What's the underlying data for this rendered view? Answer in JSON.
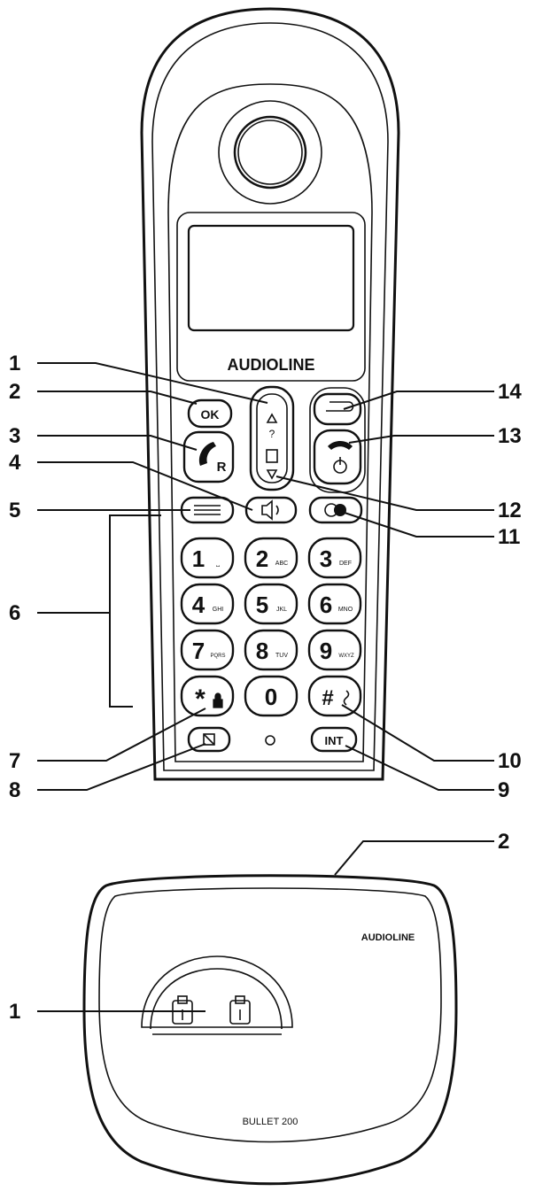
{
  "handset": {
    "brand": "AUDIOLINE",
    "keys": {
      "ok": "OK",
      "r": "R",
      "int": "INT",
      "digits": [
        {
          "d": "1",
          "sub": "⎵"
        },
        {
          "d": "2",
          "sub": "ABC"
        },
        {
          "d": "3",
          "sub": "DEF"
        },
        {
          "d": "4",
          "sub": "GHI"
        },
        {
          "d": "5",
          "sub": "JKL"
        },
        {
          "d": "6",
          "sub": "MNO"
        },
        {
          "d": "7",
          "sub": "PQRS"
        },
        {
          "d": "8",
          "sub": "TUV"
        },
        {
          "d": "9",
          "sub": "WXYZ"
        },
        {
          "d": "*",
          "sub": ""
        },
        {
          "d": "0",
          "sub": ""
        },
        {
          "d": "#",
          "sub": ""
        }
      ]
    },
    "callouts": {
      "left": [
        "1",
        "2",
        "3",
        "4",
        "5",
        "6",
        "7",
        "8"
      ],
      "right": [
        "14",
        "13",
        "12",
        "11",
        "10",
        "9"
      ]
    }
  },
  "base": {
    "brand": "AUDIOLINE",
    "model": "BULLET 200",
    "callouts": [
      "2",
      "1"
    ]
  },
  "icons": [
    "earpiece-icon",
    "phone-talk-icon",
    "phone-end-icon",
    "speaker-icon",
    "menu-icon",
    "mute-icon",
    "redial-icon",
    "lock-icon",
    "ringer-icon",
    "charging-contacts-icon"
  ]
}
